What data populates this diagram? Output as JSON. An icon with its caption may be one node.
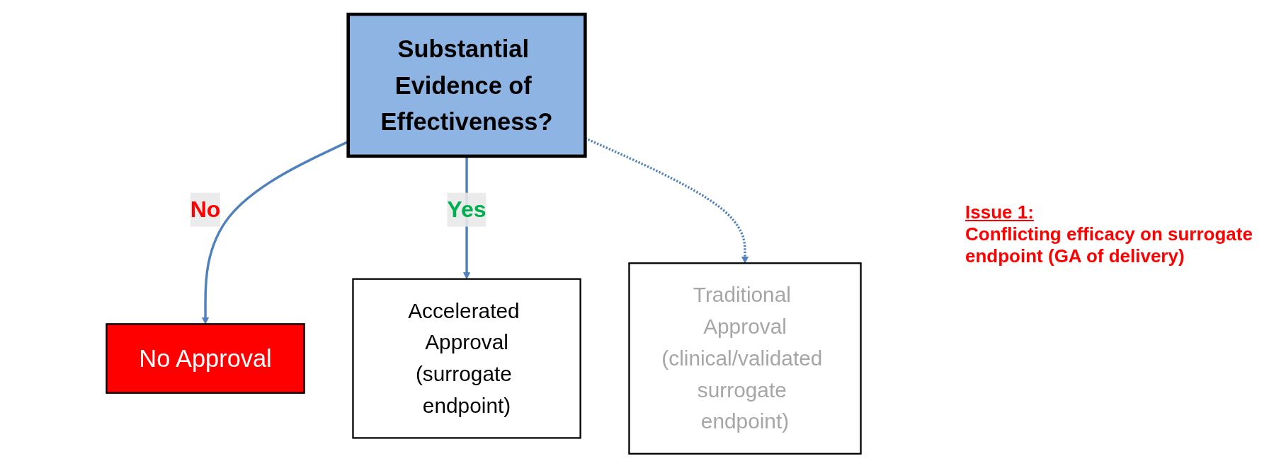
{
  "diagram": {
    "nodes": [
      {
        "text": [
          "Substantial Evidence of Effectiveness?"
        ]
      },
      {
        "text": [
          "No Approval"
        ]
      },
      {
        "text": [
          "Accelerated Approval",
          "(surrogate endpoint)"
        ]
      },
      {
        "text": [
          "Traditional Approval",
          "(clinical/validated surrogate endpoint)"
        ]
      }
    ],
    "edges": [
      {
        "from": 0,
        "to": 1,
        "arrow": "to",
        "label": "No"
      },
      {
        "from": 0,
        "to": 2,
        "arrow": "to",
        "label": "Yes"
      },
      {
        "from": 0,
        "to": 3,
        "arrow": "to",
        "style": "dashed"
      }
    ],
    "labels": [
      "Issue 1:",
      "Conflicting efficacy on surrogate endpoint (GA of delivery)"
    ]
  }
}
